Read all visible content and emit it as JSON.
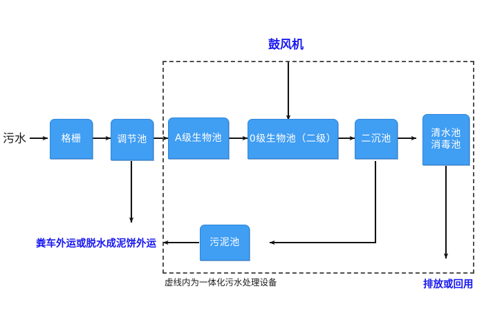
{
  "diagram": {
    "title_label": "鼓风机",
    "caption": "虚线内为一体化污水处理设备",
    "inlet_label": "污水",
    "sludge_outlet_label": "粪车外运或脱水成泥饼外运",
    "effluent_label": "排放或回用",
    "colors": {
      "node_fill": "#409EF3",
      "node_border": "#2E86DA",
      "node_text": "#FFFFFF",
      "blue_text": "#1717F0",
      "black_text": "#1A1A1A",
      "wire": "#111111",
      "dashed_border": "#4D4D4D",
      "background": "#FFFFFF"
    },
    "nodes": [
      {
        "id": "grid",
        "label": "格栅"
      },
      {
        "id": "equal",
        "label": "调节池"
      },
      {
        "id": "a_stage",
        "label": "A级生物池"
      },
      {
        "id": "o_stage",
        "label": "0级生物池（二级）"
      },
      {
        "id": "secondary",
        "label": "二沉池"
      },
      {
        "id": "clearwater",
        "label": "清水池\n消毒池"
      },
      {
        "id": "sludge",
        "label": "污泥池"
      }
    ],
    "edges": [
      {
        "from": "inlet",
        "to": "grid",
        "kind": "arrow-right"
      },
      {
        "from": "grid",
        "to": "equal",
        "kind": "arrow-right"
      },
      {
        "from": "equal",
        "to": "a_stage",
        "kind": "arrow-right"
      },
      {
        "from": "a_stage",
        "to": "o_stage",
        "kind": "arrow-right"
      },
      {
        "from": "o_stage",
        "to": "secondary",
        "kind": "arrow-right"
      },
      {
        "from": "secondary",
        "to": "clearwater",
        "kind": "arrow-right"
      },
      {
        "from": "blower",
        "to": "o_stage",
        "kind": "arrow-down"
      },
      {
        "from": "equal",
        "to": "sludge_outlet",
        "kind": "arrow-down"
      },
      {
        "from": "clearwater",
        "to": "effluent",
        "kind": "arrow-down"
      },
      {
        "from": "secondary",
        "to": "sludge",
        "kind": "elbow-left"
      },
      {
        "from": "sludge",
        "to": "sludge_outlet",
        "kind": "arrow-left"
      }
    ]
  }
}
